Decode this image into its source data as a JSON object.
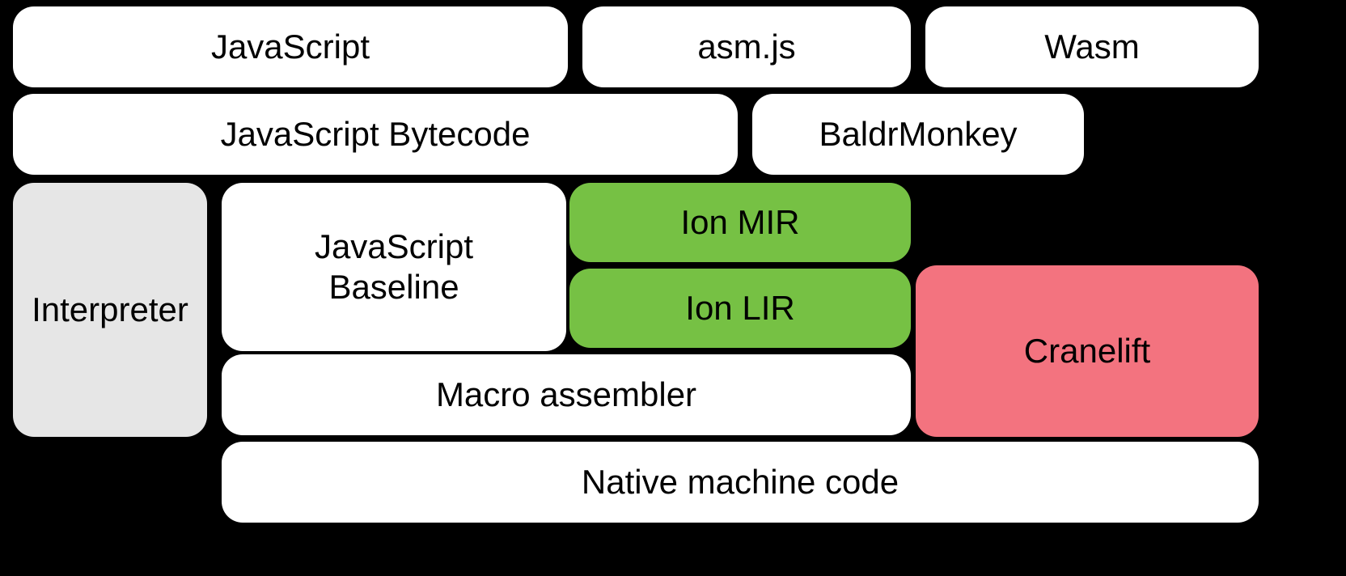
{
  "diagram": {
    "title": "SpiderMonkey-style engine compilation pipeline diagram",
    "colors": {
      "background": "#000000",
      "white": "#ffffff",
      "gray": "#e6e6e6",
      "green": "#76c144",
      "pink": "#f3737f",
      "text": "#000000"
    },
    "boxes": {
      "javascript": {
        "label": "JavaScript"
      },
      "asmjs": {
        "label": "asm.js"
      },
      "wasm": {
        "label": "Wasm"
      },
      "bytecode": {
        "label": "JavaScript Bytecode"
      },
      "baldrmonkey": {
        "label": "BaldrMonkey"
      },
      "interpreter": {
        "label": "Interpreter"
      },
      "baseline": {
        "label": "JavaScript Baseline"
      },
      "ion_mir": {
        "label": "Ion MIR"
      },
      "ion_lir": {
        "label": "Ion LIR"
      },
      "cranelift": {
        "label": "Cranelift"
      },
      "macro_assembler": {
        "label": "Macro assembler"
      },
      "native": {
        "label": "Native machine code"
      }
    }
  }
}
